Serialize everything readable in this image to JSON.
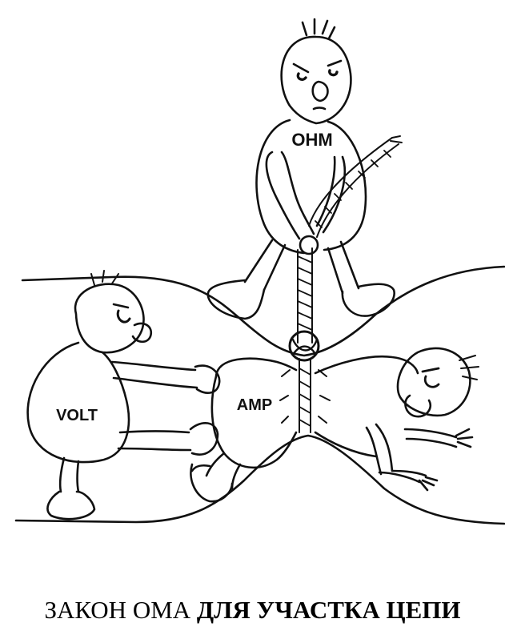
{
  "illustration": {
    "characters": {
      "ohm": "OHM",
      "volt": "VOLT",
      "amp": "AMP"
    }
  },
  "caption": {
    "regular": "ЗАКОН ОМА",
    "bold": "ДЛЯ УЧАСТКА ЦЕПИ"
  },
  "colors": {
    "ink": "#111111",
    "background": "#ffffff"
  }
}
